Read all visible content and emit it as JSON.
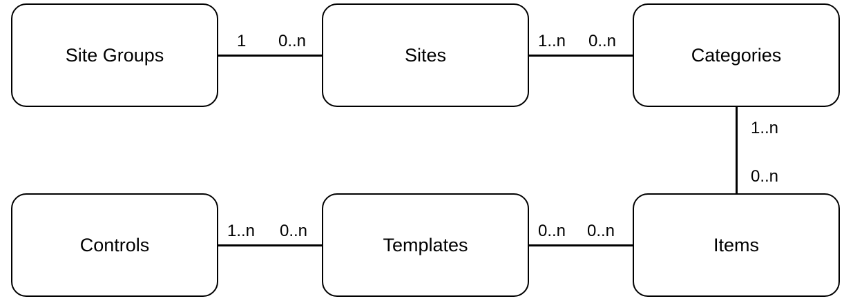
{
  "entities": {
    "site_groups": "Site Groups",
    "sites": "Sites",
    "categories": "Categories",
    "controls": "Controls",
    "templates": "Templates",
    "items": "Items"
  },
  "relationships": {
    "site_groups_sites": {
      "from_card": "1",
      "to_card": "0..n"
    },
    "sites_categories": {
      "from_card": "1..n",
      "to_card": "0..n"
    },
    "categories_items": {
      "from_card": "1..n",
      "to_card": "0..n"
    },
    "controls_templates": {
      "from_card": "1..n",
      "to_card": "0..n"
    },
    "templates_items": {
      "from_card": "0..n",
      "to_card": "0..n"
    }
  }
}
